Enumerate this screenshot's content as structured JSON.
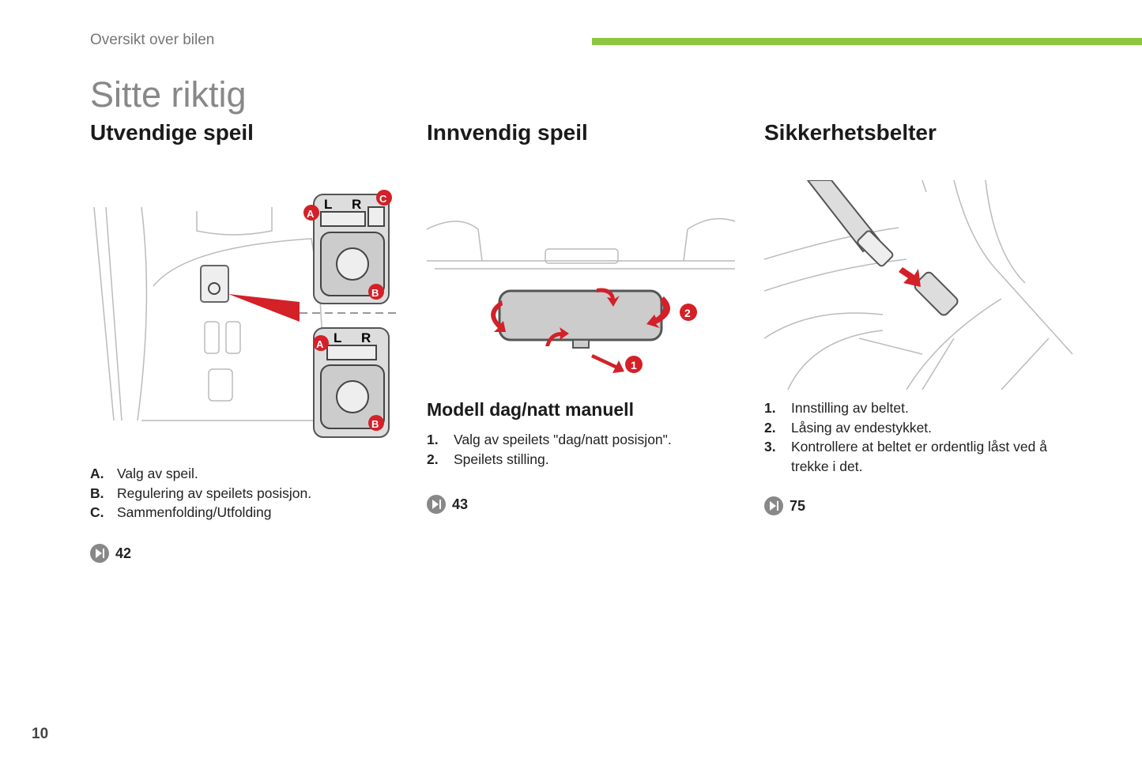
{
  "header": {
    "section": "Oversikt over bilen",
    "title": "Sitte riktig",
    "accent": "#8dc63f"
  },
  "columns": [
    {
      "heading": "Utvendige speil",
      "illustration": {
        "labels": {
          "a": "A",
          "b": "B",
          "c": "C",
          "l": "L",
          "r": "R"
        }
      },
      "items": [
        {
          "key": "A.",
          "text": "Valg av speil."
        },
        {
          "key": "B.",
          "text": "Regulering av speilets posisjon."
        },
        {
          "key": "C.",
          "text": "Sammenfolding/Utfolding"
        }
      ],
      "ref": "42"
    },
    {
      "heading": "Innvendig speil",
      "illustration": {
        "labels": {
          "one": "1",
          "two": "2"
        }
      },
      "subheading": "Modell dag/natt manuell",
      "items": [
        {
          "key": "1.",
          "text": "Valg av speilets \"dag/natt posisjon\"."
        },
        {
          "key": "2.",
          "text": "Speilets stilling."
        }
      ],
      "ref": "43"
    },
    {
      "heading": "Sikkerhetsbelter",
      "items": [
        {
          "key": "1.",
          "text": "Innstilling av beltet."
        },
        {
          "key": "2.",
          "text": "Låsing av endestykket."
        },
        {
          "key": "3.",
          "text": "Kontrollere at beltet er ordentlig låst ved å trekke i det."
        }
      ],
      "ref": "75"
    }
  ],
  "page_number": "10",
  "colors": {
    "arrow_red": "#d42027",
    "badge": "#888888"
  }
}
